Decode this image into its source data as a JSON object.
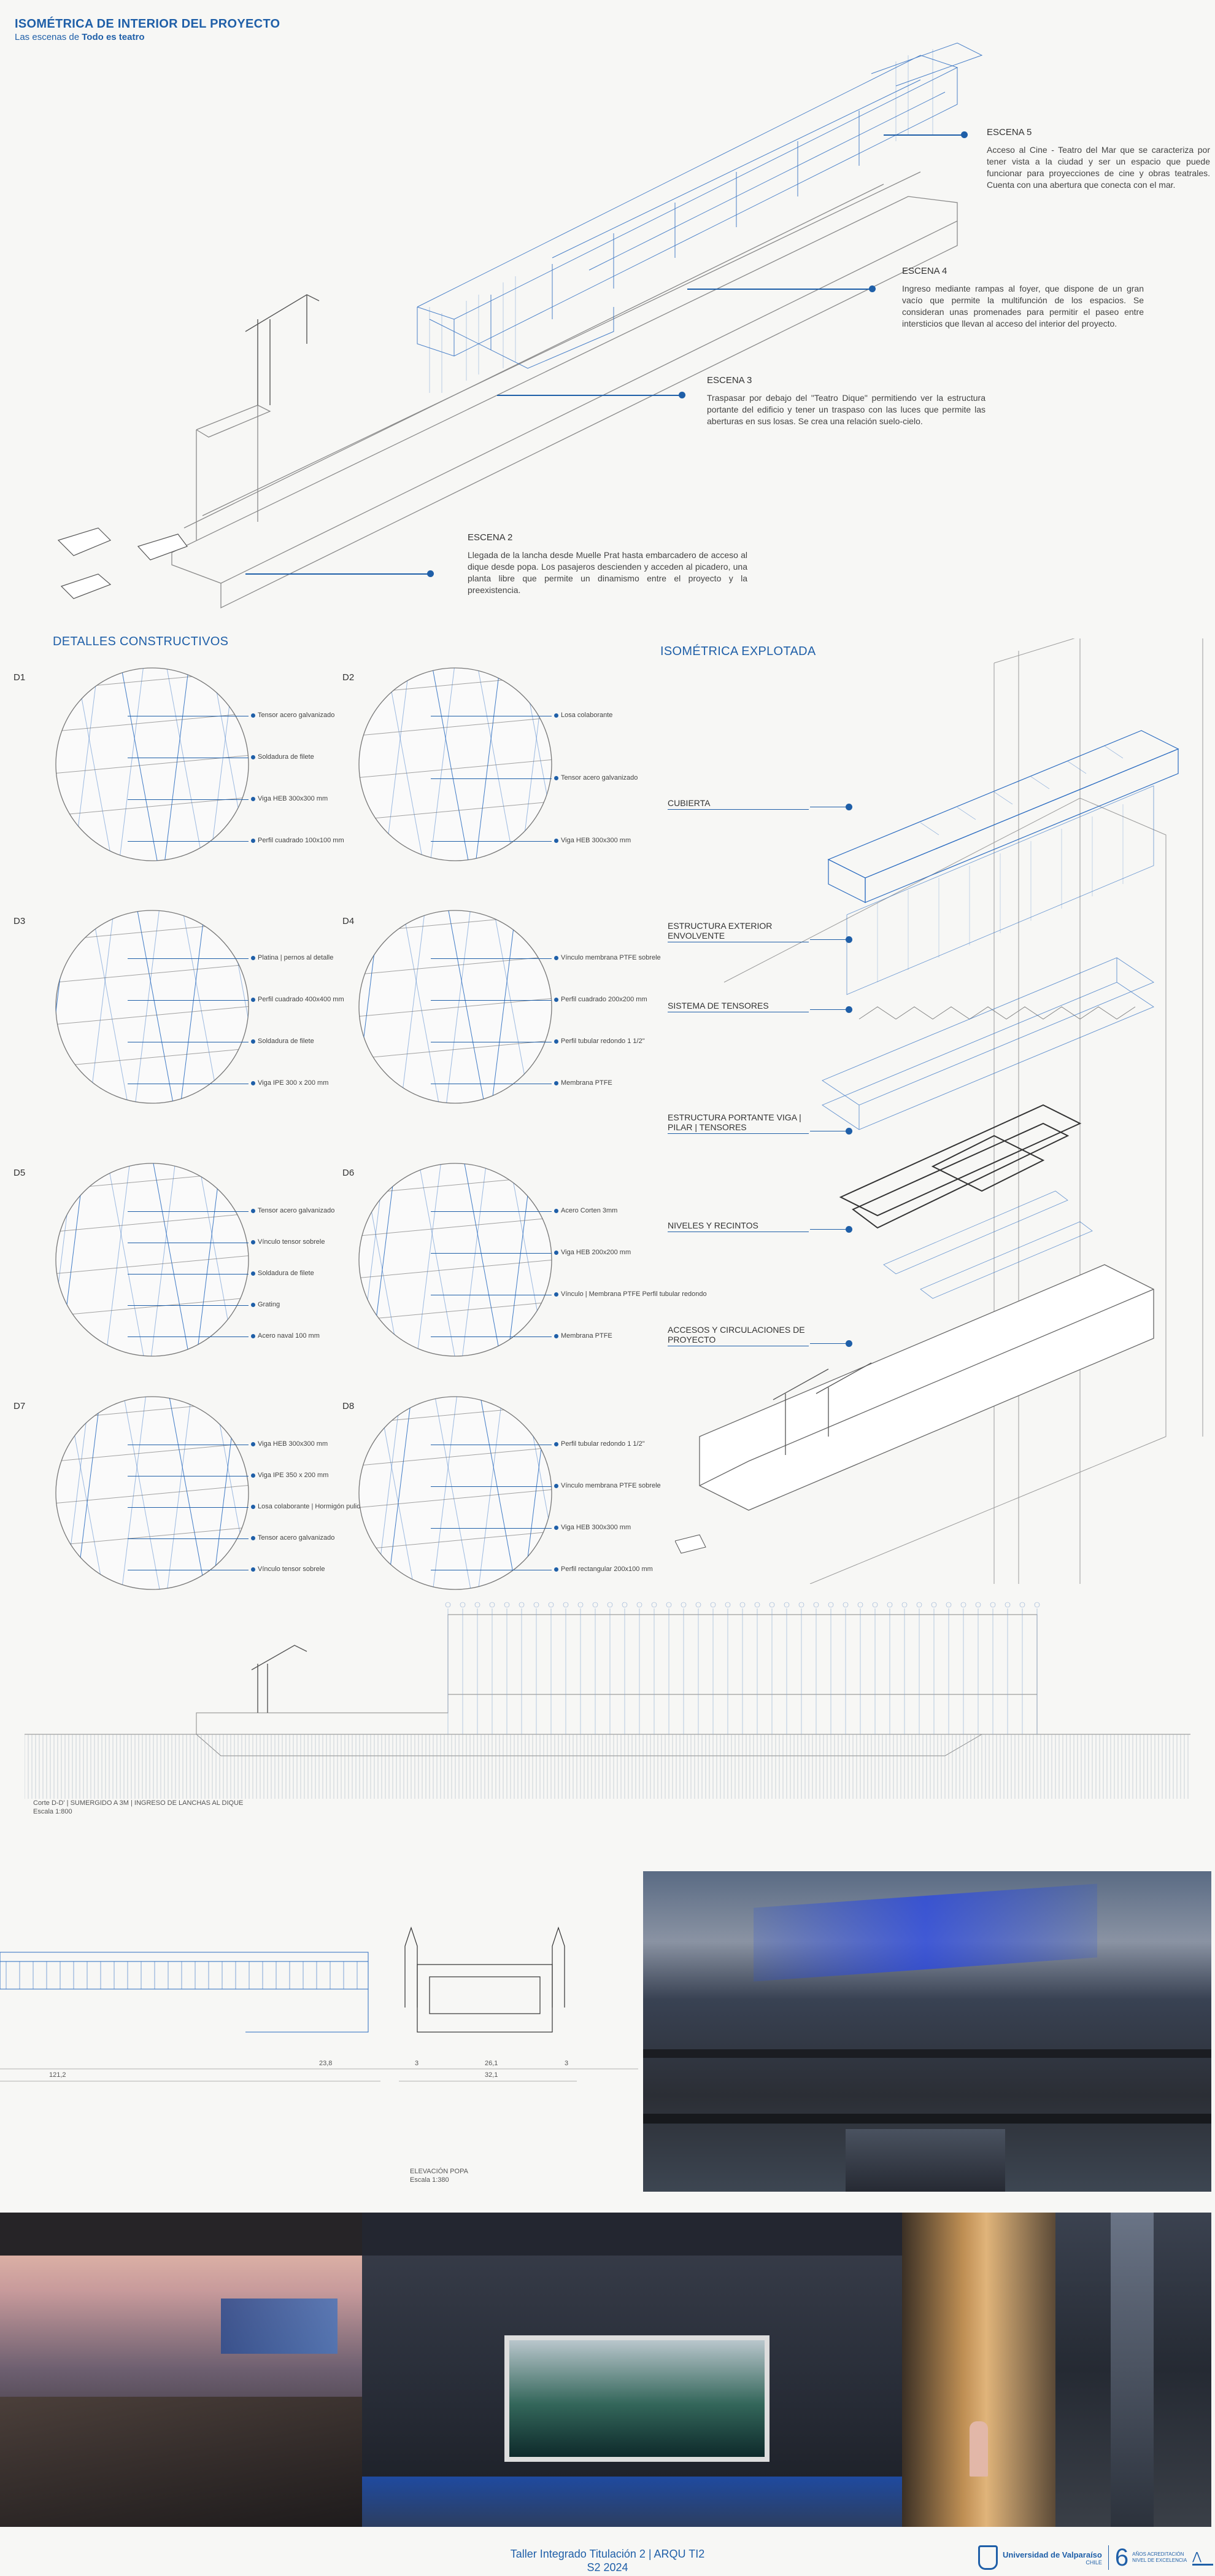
{
  "header": {
    "title": "ISOMÉTRICA DE INTERIOR DEL PROYECTO",
    "subtitle_prefix": "Las escenas de",
    "subtitle_bold": "Todo es teatro"
  },
  "scenes": [
    {
      "title": "ESCENA 5",
      "text": "Acceso al Cine - Teatro del Mar que se caracteriza por tener vista a la ciudad y ser un espacio que puede funcionar para proyecciones de cine y obras teatrales. Cuenta con una abertura que conecta con el mar."
    },
    {
      "title": "ESCENA 4",
      "text": "Ingreso mediante rampas al foyer, que dispone de un gran vacío que permite la multifunción de los espacios. Se consideran unas promenades para permitir el paseo entre intersticios que llevan al acceso del interior del proyecto."
    },
    {
      "title": "ESCENA 3",
      "text": "Traspasar por debajo del \"Teatro Dique\" permitiendo ver la estructura portante del edificio y tener un traspaso con las luces que permite las aberturas en sus losas. Se crea una relación suelo-cielo."
    },
    {
      "title": "ESCENA 2",
      "text": "Llegada de la lancha desde Muelle Prat hasta embarcadero de acceso al dique desde popa. Los pasajeros descienden y acceden al picadero, una planta libre que permite un dinamismo entre el proyecto y la preexistencia."
    }
  ],
  "details": {
    "title": "DETALLES CONSTRUCTIVOS",
    "items": [
      {
        "id": "D1",
        "callouts": [
          "Tensor acero galvanizado",
          "Soldadura de filete",
          "Viga HEB 300x300 mm",
          "Perfil cuadrado 100x100 mm"
        ]
      },
      {
        "id": "D2",
        "callouts": [
          "Losa colaborante",
          "Tensor acero galvanizado",
          "Viga HEB 300x300 mm"
        ]
      },
      {
        "id": "D3",
        "callouts": [
          "Platina | pernos al detalle",
          "Perfil cuadrado 400x400 mm",
          "Soldadura de filete",
          "Viga IPE 300 x 200 mm"
        ]
      },
      {
        "id": "D4",
        "callouts": [
          "Vínculo membrana PTFE sobrele",
          "Perfil cuadrado 200x200 mm",
          "Perfil tubular redondo 1 1/2\"",
          "Membrana PTFE"
        ]
      },
      {
        "id": "D5",
        "callouts": [
          "Tensor acero galvanizado",
          "Vínculo tensor sobrele",
          "Soldadura de filete",
          "Grating",
          "Acero naval 100 mm"
        ]
      },
      {
        "id": "D6",
        "callouts": [
          "Acero Corten 3mm",
          "Viga HEB 200x200 mm",
          "Vínculo | Membrana PTFE Perfil tubular redondo",
          "Membrana PTFE"
        ]
      },
      {
        "id": "D7",
        "callouts": [
          "Viga HEB 300x300 mm",
          "Viga IPE 350 x 200 mm",
          "Losa colaborante | Hormigón pulido",
          "Tensor acero galvanizado",
          "Vínculo tensor sobrele"
        ]
      },
      {
        "id": "D8",
        "callouts": [
          "Perfil tubular redondo 1 1/2\"",
          "Vínculo membrana PTFE sobrele",
          "Viga HEB 300x300 mm",
          "Perfil rectangular 200x100 mm"
        ]
      }
    ]
  },
  "exploded": {
    "title": "ISOMÉTRICA EXPLOTADA",
    "labels": [
      "CUBIERTA",
      "ESTRUCTURA EXTERIOR ENVOLVENTE",
      "SISTEMA DE TENSORES",
      "ESTRUCTURA PORTANTE VIGA | PILAR | TENSORES",
      "NIVELES Y RECINTOS",
      "ACCESOS Y CIRCULACIONES DE PROYECTO"
    ]
  },
  "section": {
    "caption_1": "Corte D-D' | SUMERGIDO A 3M | INGRESO DE LANCHAS AL DIQUE",
    "caption_2": "Escala 1:800"
  },
  "elevation": {
    "dims_left": [
      "23,8",
      "121,2"
    ],
    "dims_right": [
      "3",
      "26,1",
      "3",
      "32,1"
    ],
    "caption_1": "ELEVACIÓN POPA",
    "caption_2": "Escala 1:380"
  },
  "footer": {
    "line1": "Taller Integrado Titulación 2 | ARQU TI2",
    "line2": "S2 2024",
    "uni_name": "Universidad de Valparaíso",
    "uni_country": "CHILE",
    "years": "6",
    "accreditation": "AÑOS ACREDITACIÓN NIVEL DE EXCELENCIA",
    "colors": {
      "accent": "#1f5fa8"
    }
  }
}
